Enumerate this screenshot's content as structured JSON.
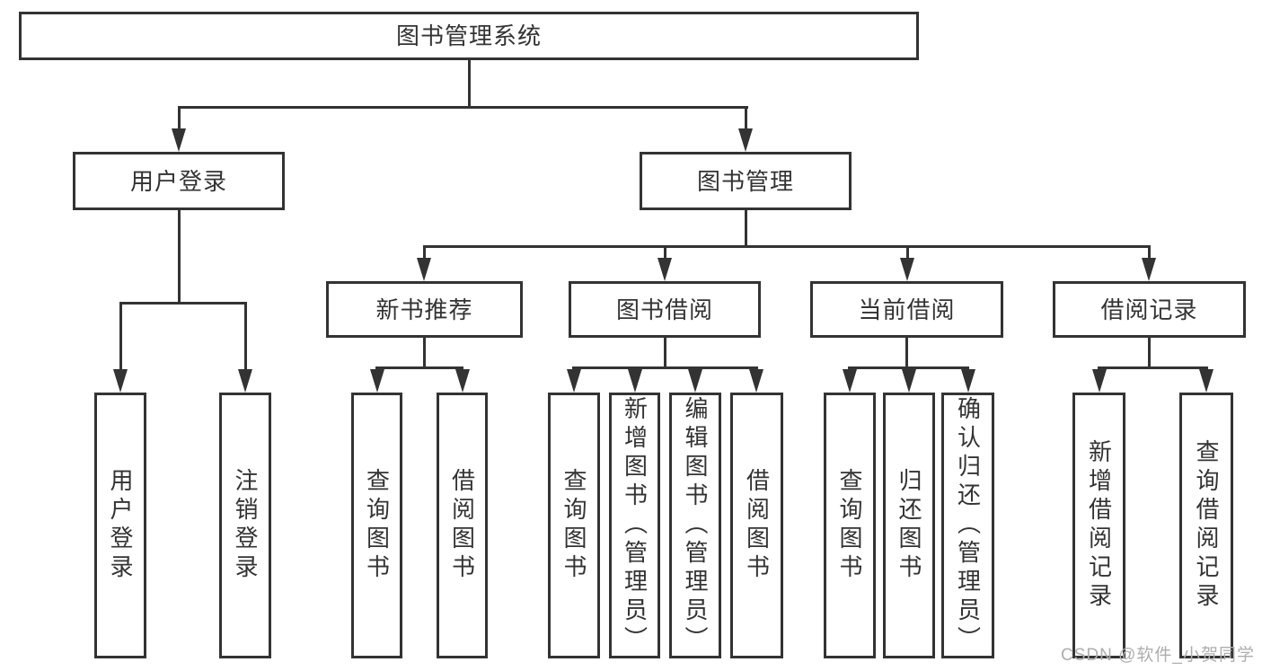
{
  "diagram": {
    "title": "图书管理系统",
    "tree": {
      "label": "图书管理系统",
      "children": [
        {
          "label": "用户登录",
          "children": [
            {
              "label": "用户登录"
            },
            {
              "label": "注销登录"
            }
          ]
        },
        {
          "label": "图书管理",
          "children": [
            {
              "label": "新书推荐",
              "children": [
                {
                  "label": "查询图书"
                },
                {
                  "label": "借阅图书"
                }
              ]
            },
            {
              "label": "图书借阅",
              "children": [
                {
                  "label": "查询图书"
                },
                {
                  "label": "新增图书（管理员）"
                },
                {
                  "label": "编辑图书（管理员）"
                },
                {
                  "label": "借阅图书"
                }
              ]
            },
            {
              "label": "当前借阅",
              "children": [
                {
                  "label": "查询图书"
                },
                {
                  "label": "归还图书"
                },
                {
                  "label": "确认归还（管理员）"
                }
              ]
            },
            {
              "label": "借阅记录",
              "children": [
                {
                  "label": "新增借阅记录"
                },
                {
                  "label": "查询借阅记录"
                }
              ]
            }
          ]
        }
      ]
    },
    "colors": {
      "line": "#333333",
      "box_background": "#ffffff",
      "text": "#333333",
      "watermark": "#aeaeae"
    }
  },
  "watermark": {
    "text": "CSDN @软件_小贺同学"
  }
}
